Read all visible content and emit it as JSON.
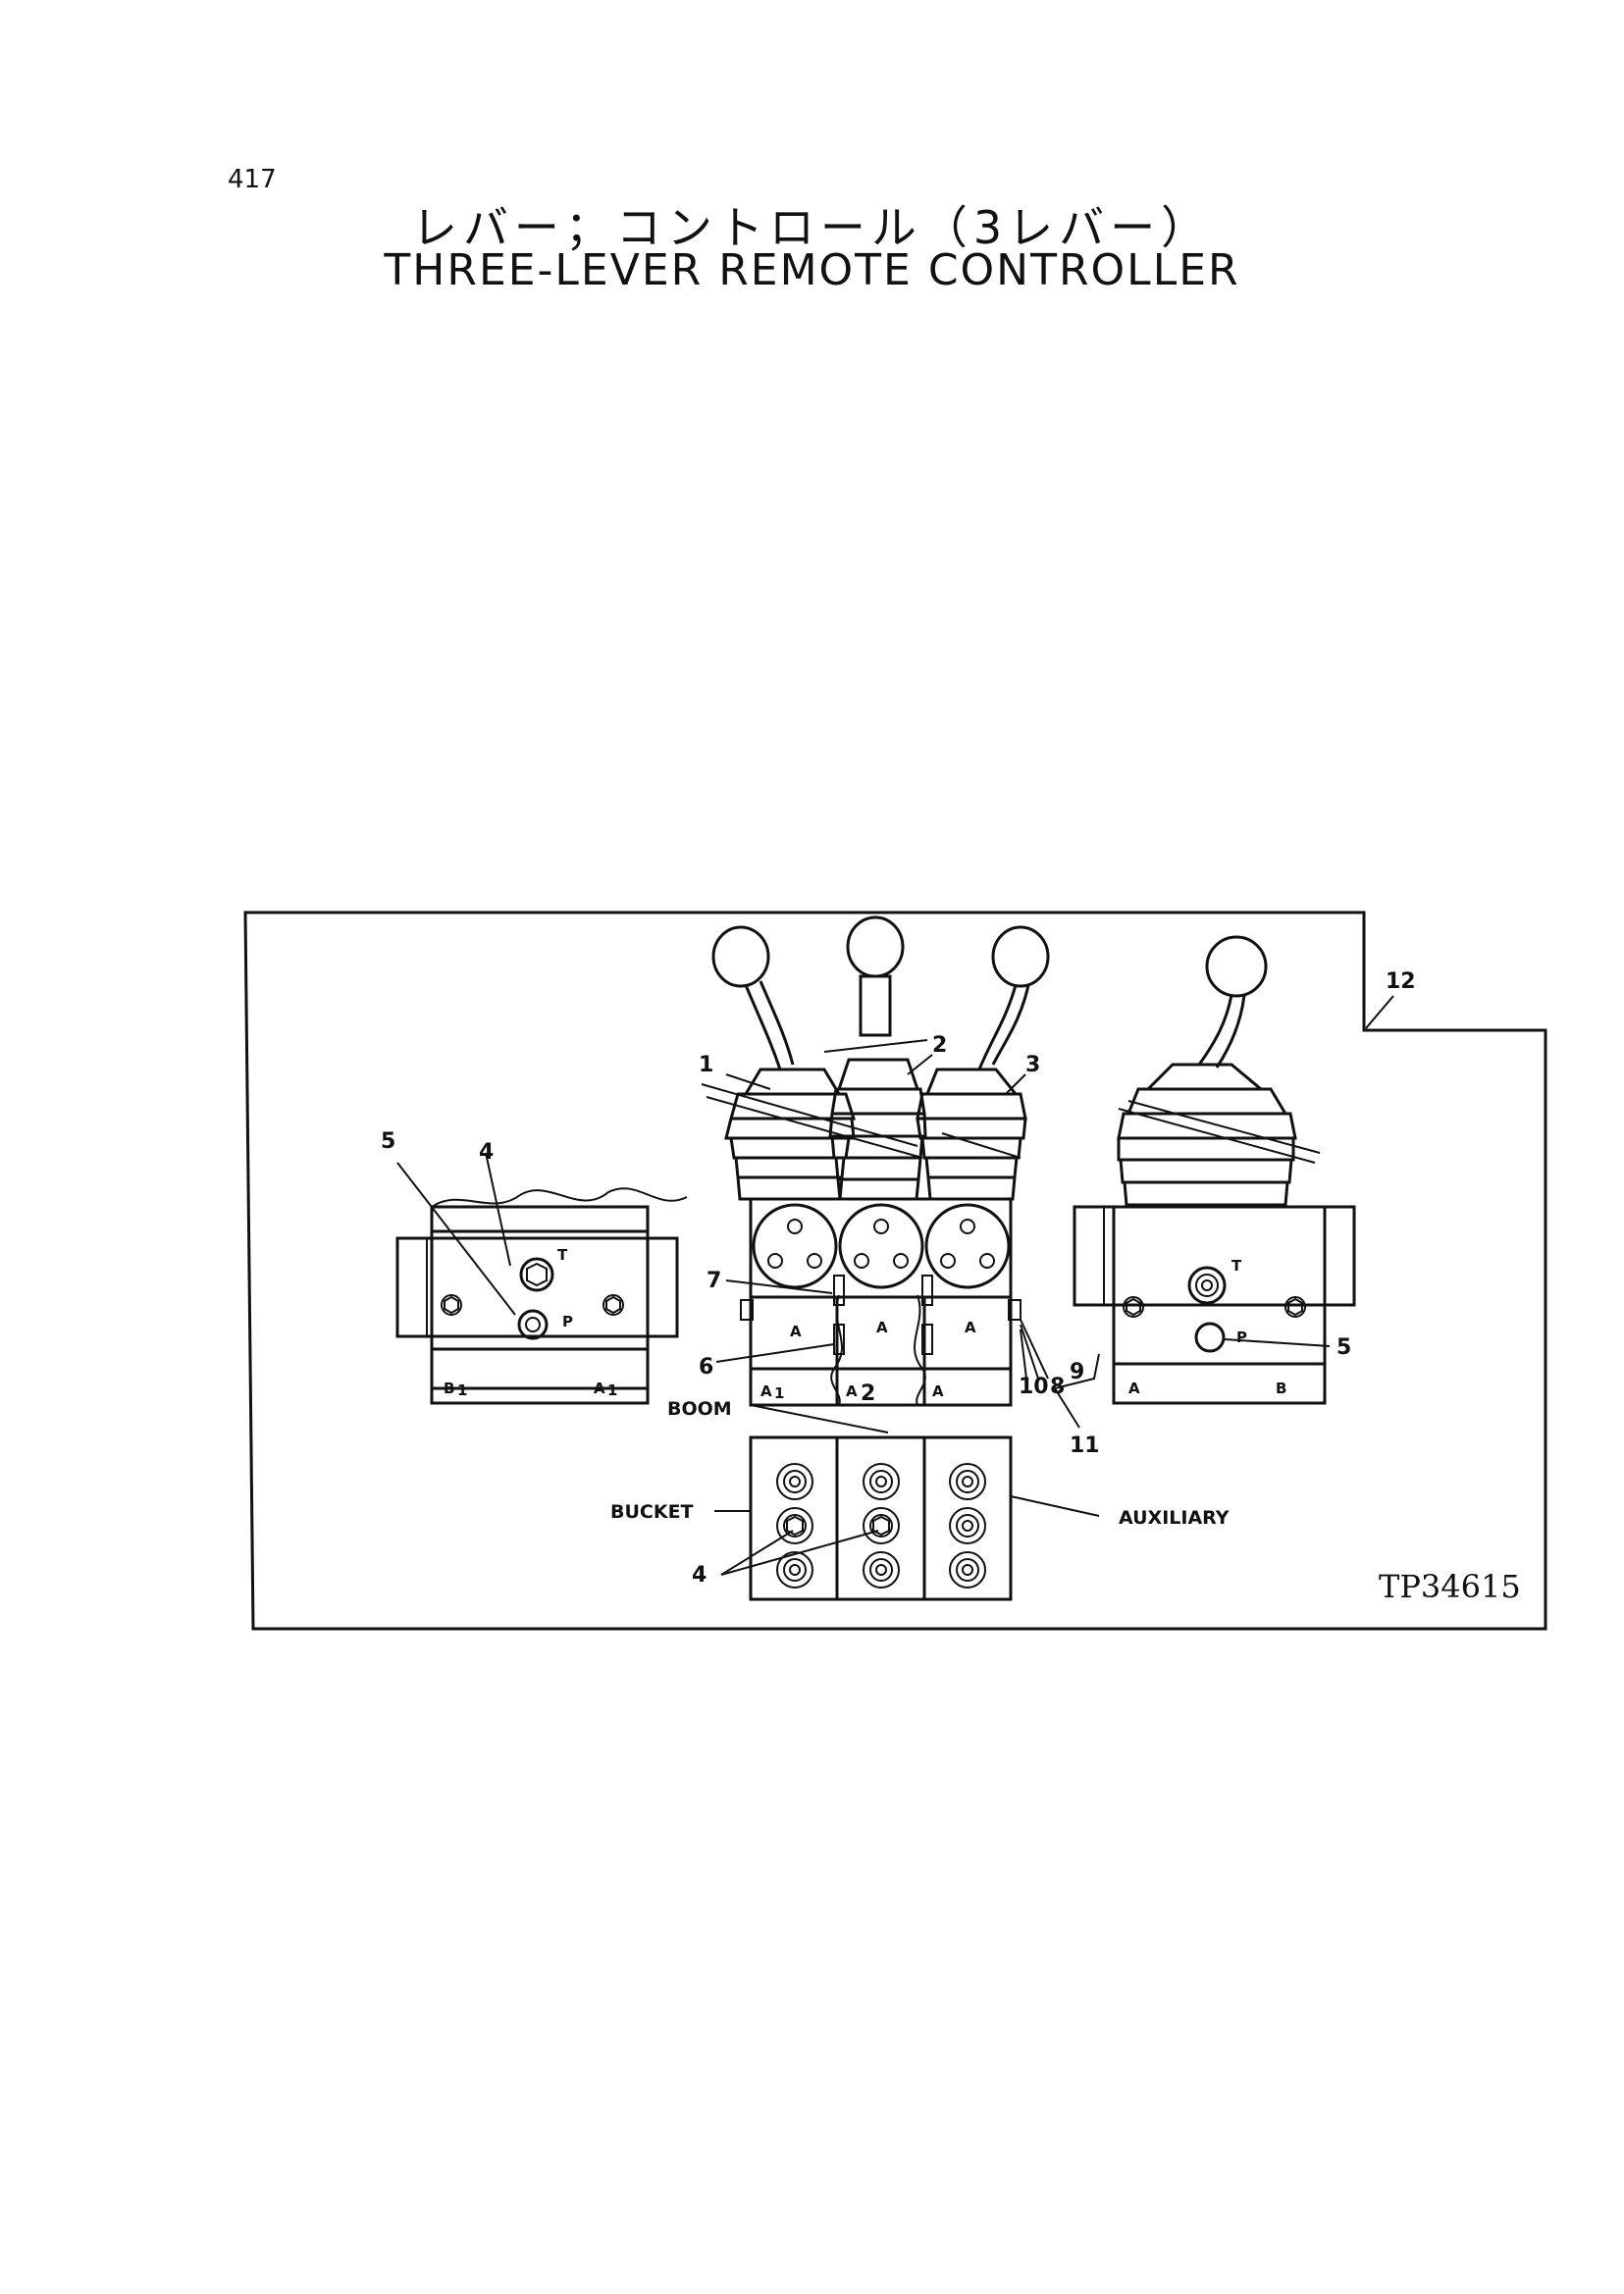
{
  "page": {
    "number": "417",
    "title_jp": "レバー；コントロール（3レバー）",
    "title_en": "THREE-LEVER REMOTE CONTROLLER"
  },
  "diagram": {
    "drawing_code": "TP34615",
    "callouts": [
      "1",
      "2",
      "3",
      "4",
      "5",
      "6",
      "7",
      "8",
      "9",
      "10",
      "11",
      "12"
    ],
    "callout_extra": [
      "4",
      "5",
      "4"
    ],
    "groups": [
      "BOOM",
      "BUCKET",
      "AUXILIARY"
    ],
    "ports": {
      "left_T": "T",
      "left_P": "P",
      "left_B1": "B",
      "left_A1": "A",
      "center_A_upper_1": "A",
      "center_A_upper_2": "A",
      "center_A_upper_3": "A",
      "center_A1": "A",
      "center_A2": "A",
      "center_A3": "A",
      "right_T": "T",
      "right_P": "P",
      "right_A": "A",
      "right_B": "B",
      "sub_1": "1",
      "sub_1b": "1",
      "sub_2": "2",
      "sub_1c": "1"
    }
  }
}
